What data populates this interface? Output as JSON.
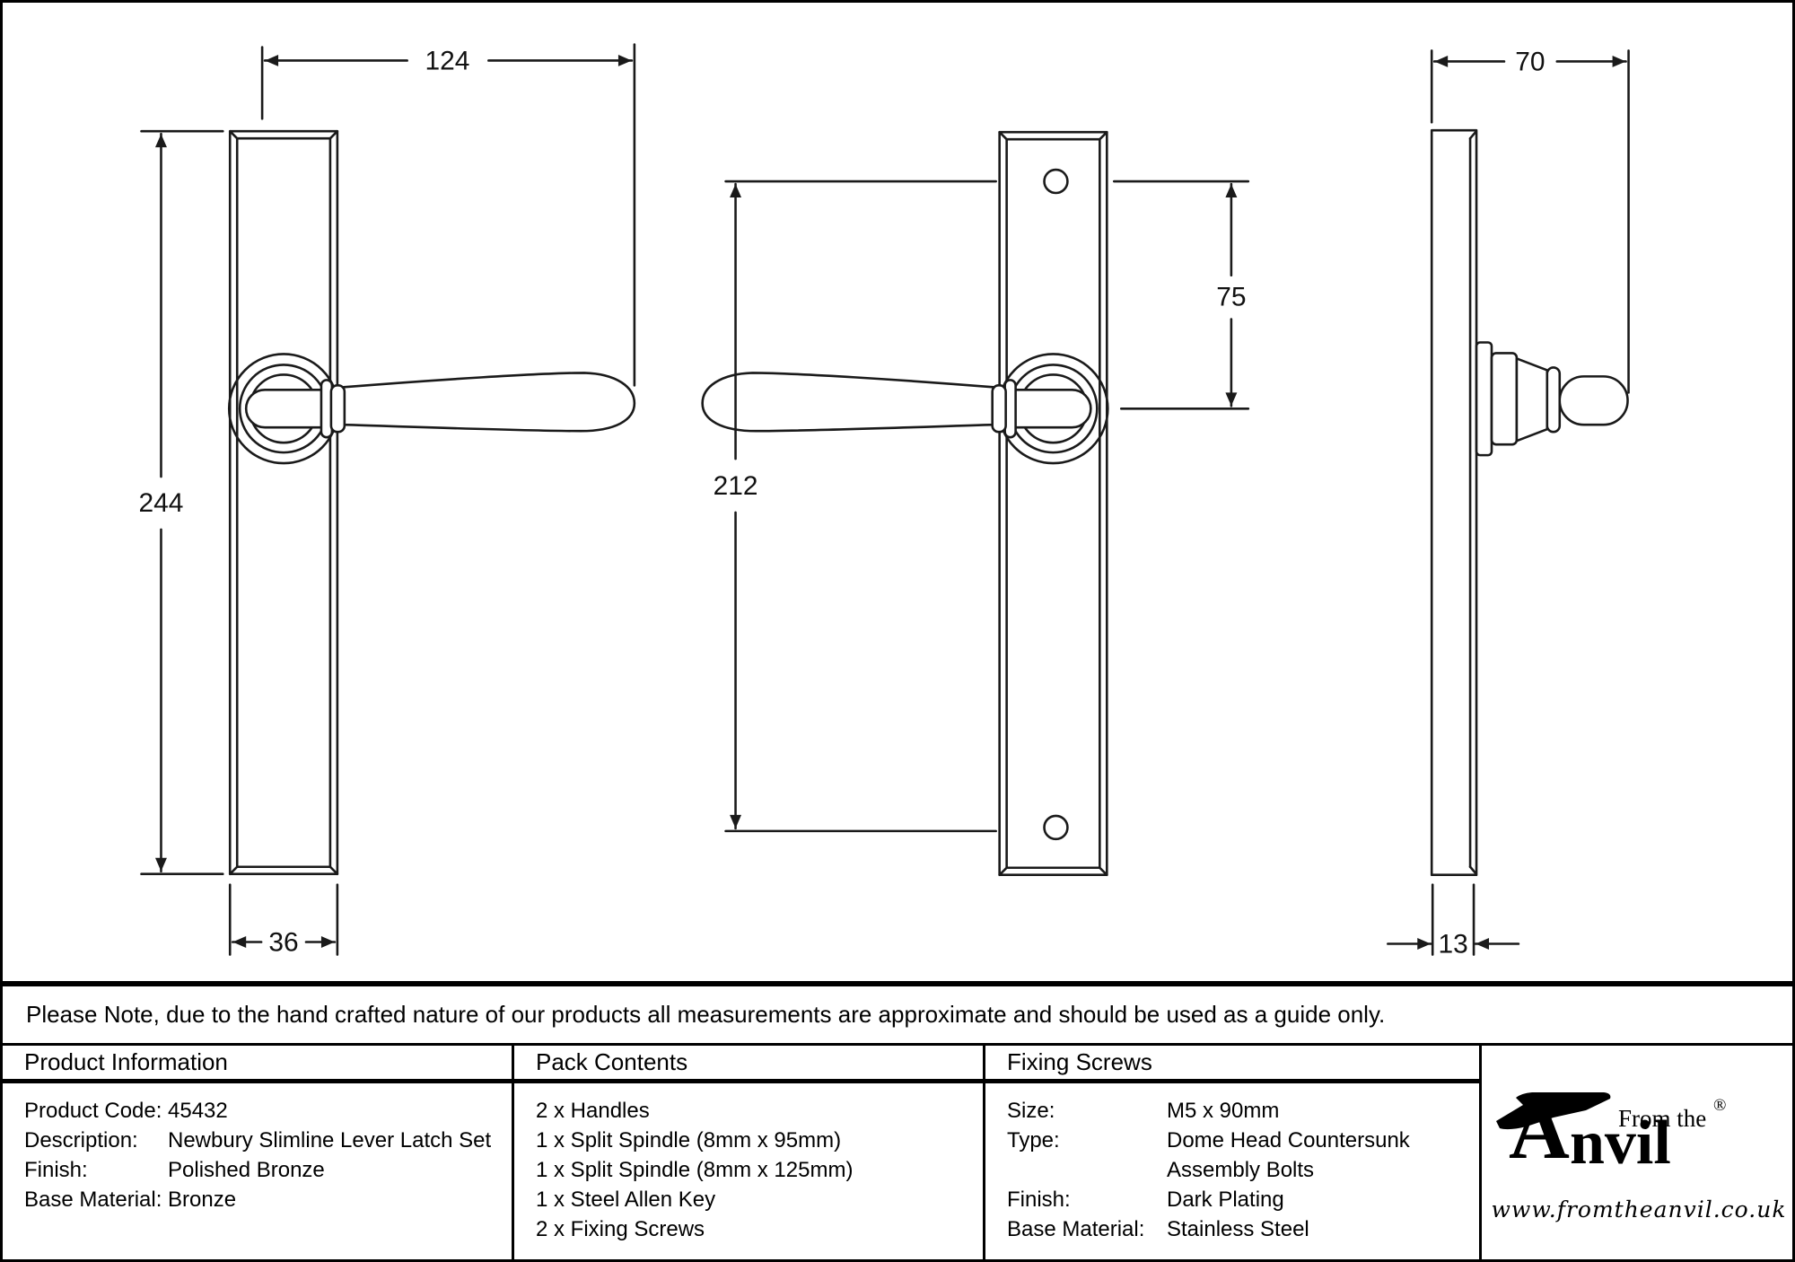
{
  "drawing": {
    "dims": {
      "lever_total_width": "124",
      "plate_height": "244",
      "plate_width": "36",
      "fixing_centres": "212",
      "top_to_handle_centre": "75",
      "projection": "70",
      "plate_depth": "13"
    }
  },
  "note": "Please Note, due to the hand crafted nature of our products all measurements are approximate and should be used as a guide only.",
  "table": {
    "product_information": {
      "header": "Product Information",
      "rows": [
        {
          "label": "Product Code:",
          "value": "45432"
        },
        {
          "label": "Description:",
          "value": "Newbury Slimline Lever Latch Set"
        },
        {
          "label": "Finish:",
          "value": "Polished Bronze"
        },
        {
          "label": "Base Material:",
          "value": "Bronze"
        }
      ]
    },
    "pack_contents": {
      "header": "Pack Contents",
      "items": [
        "2 x Handles",
        "1 x Split Spindle (8mm x 95mm)",
        "1 x Split Spindle (8mm x 125mm)",
        "1 x Steel Allen Key",
        "2 x Fixing Screws"
      ]
    },
    "fixing_screws": {
      "header": "Fixing Screws",
      "rows": [
        {
          "label": "Size:",
          "value": "M5 x 90mm"
        },
        {
          "label": "Type:",
          "value": "Dome Head Countersunk"
        },
        {
          "label": "",
          "value": "Assembly Bolts"
        },
        {
          "label": "Finish:",
          "value": "Dark Plating"
        },
        {
          "label": "Base Material:",
          "value": "Stainless Steel"
        }
      ]
    }
  },
  "logo": {
    "brand_prefix": "From the",
    "brand_initial": "A",
    "brand_rest": "nvil",
    "registered": "®",
    "url": "www.fromtheanvil.co.uk"
  },
  "colors": {
    "line": "#1a1a1a",
    "text": "#000000",
    "background": "#ffffff"
  }
}
